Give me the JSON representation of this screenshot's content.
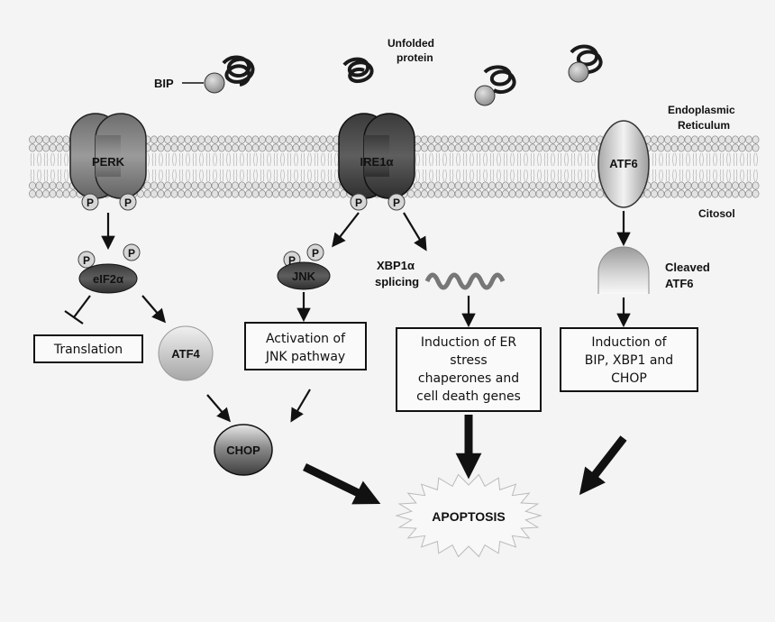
{
  "labels": {
    "bip": "BIP",
    "unfolded_protein": [
      "Unfolded",
      "protein"
    ],
    "endoplasmic_reticulum": [
      "Endoplasmic",
      "Reticulum"
    ],
    "citosol": "Citosol",
    "perk": "PERK",
    "ire1": "IRE1α",
    "atf6": "ATF6",
    "phospho": "P",
    "eif2a": "eIF2α",
    "atf4": "ATF4",
    "jnk": "JNK",
    "xbp1_splicing": [
      "XBP1α",
      "splicing"
    ],
    "cleaved_atf6": [
      "Cleaved",
      "ATF6"
    ],
    "chop": "CHOP",
    "apoptosis": "APOPTOSIS"
  },
  "boxes": {
    "translation": [
      "Translation"
    ],
    "jnk_pathway": [
      "Activation of",
      "JNK pathway"
    ],
    "er_stress": [
      "Induction of ER",
      "stress",
      "chaperones and",
      "cell death genes"
    ],
    "atf6_targets": [
      "Induction of",
      "BIP, XBP1 and",
      "CHOP"
    ]
  },
  "colors": {
    "background": "#f4f4f4",
    "membrane_head": "#e2e2e2",
    "dark_receptor": "#4a4a4a",
    "mid_receptor": "#8a8a8a",
    "light_receptor": "#d8d8d8"
  }
}
